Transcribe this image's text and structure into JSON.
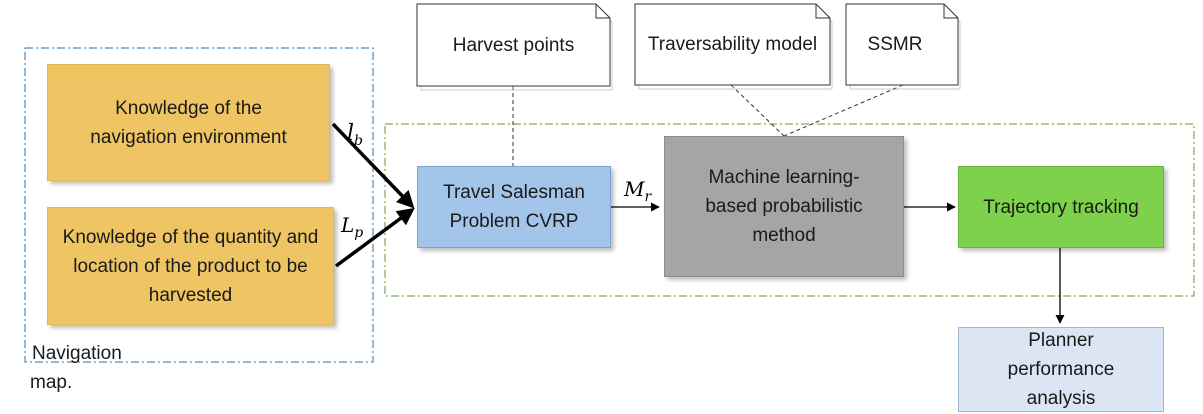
{
  "boxes": {
    "nav_env": "Knowledge of the navigation environment",
    "product": "Knowledge of the quantity and location of the product to be harvested",
    "tsp": "Travel Salesman Problem CVRP",
    "ml": "Machine learning-based probabilistic method",
    "tracking": "Trajectory tracking",
    "planner": "Planner performance analysis"
  },
  "notes": {
    "harvest": "Harvest points",
    "traversability": "Traversability model",
    "ssmr": "SSMR"
  },
  "group_label": "Navigation map.",
  "edge_labels": {
    "lb_main": "l",
    "lb_sub": "b",
    "lp_main": "L",
    "lp_sub": "p",
    "mr_main": "M",
    "mr_sub": "r"
  },
  "colors": {
    "knowledge_boxes": "#efc462",
    "tsp_box": "#a4c5ea",
    "ml_box": "#a5a5a5",
    "tracking_box": "#7dd14b",
    "planner_box": "#dbe5f3",
    "blue_group_border": "#2e6fa8",
    "green_group_border": "#5a9a3a"
  }
}
